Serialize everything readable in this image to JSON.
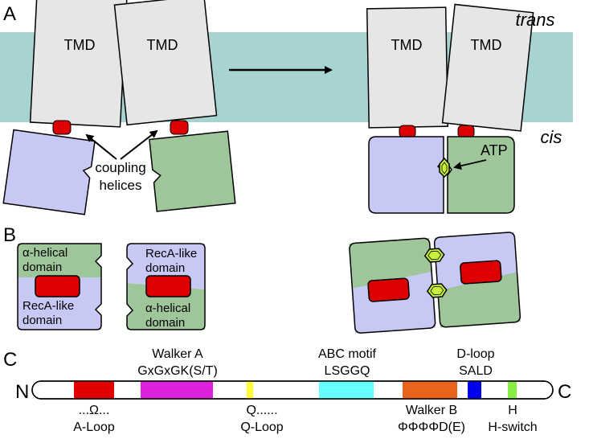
{
  "panels": {
    "a": "A",
    "b": "B",
    "c": "C"
  },
  "panel_a": {
    "tmd_label": "TMD",
    "trans_label": "trans",
    "cis_label": "cis",
    "coupling_line1": "coupling",
    "coupling_line2": "helices",
    "atp_label": "ATP"
  },
  "panel_b": {
    "alpha_line1": "α-helical",
    "alpha_line2": "domain",
    "reca_line1": "RecA-like",
    "reca_line2": "domain"
  },
  "panel_c": {
    "n_terminus": "N",
    "c_terminus": "C",
    "motifs_above": [
      {
        "line1": "Walker A",
        "line2": "GxGxGK(S/T)"
      },
      {
        "line1": "ABC motif",
        "line2": "LSGGQ"
      },
      {
        "line1": "D-loop",
        "line2": "SALD"
      }
    ],
    "motifs_below": [
      {
        "line1": "...Ω...",
        "line2": "A-Loop"
      },
      {
        "line1": "Q......",
        "line2": "Q-Loop"
      },
      {
        "line1": "Walker B",
        "line2": "ΦΦΦΦD(E)"
      },
      {
        "line1": "H",
        "line2": "H-switch"
      }
    ]
  },
  "colors": {
    "membrane": "#a7d3d1",
    "tmd": "#e6e6e6",
    "reca": "#c8c8f5",
    "alpha": "#9fc59a",
    "coupling": "#dd0000",
    "atp": "#c8f03c",
    "a_loop": "#e00000",
    "walker_a": "#dd22dd",
    "q_loop": "#ffff33",
    "abc_motif": "#66ffff",
    "walker_b": "#e8641a",
    "d_loop": "#0000ee",
    "h_switch": "#88ee44"
  }
}
